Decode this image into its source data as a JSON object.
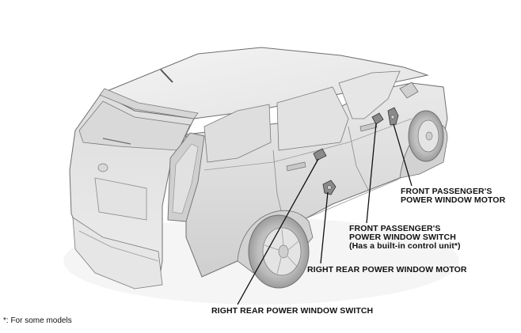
{
  "labels": {
    "front_passenger_motor": {
      "line1": "FRONT PASSENGER'S",
      "line2": "POWER WINDOW MOTOR"
    },
    "front_passenger_switch": {
      "line1": "FRONT PASSENGER'S",
      "line2": "POWER WINDOW SWITCH",
      "line3": "(Has a built-in control unit*)"
    },
    "right_rear_motor": "RIGHT REAR POWER WINDOW MOTOR",
    "right_rear_switch": "RIGHT REAR POWER WINDOW SWITCH"
  },
  "footnote": "*: For some models",
  "colors": {
    "body_light": "#efefef",
    "body_mid": "#dcdcdc",
    "body_dark": "#b9b9b9",
    "glass": "#e4e4e4",
    "outline": "#6f6f6f",
    "part_fill": "#8a8a8a",
    "leader": "#111111"
  }
}
